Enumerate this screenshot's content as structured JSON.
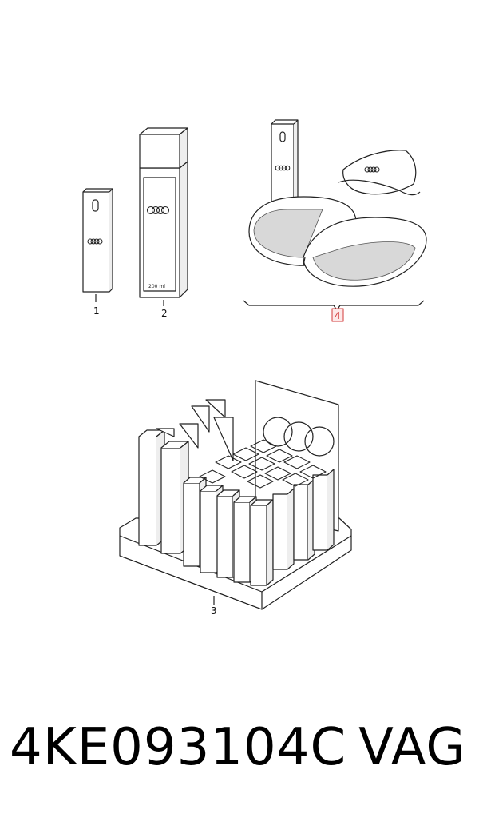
{
  "callouts": {
    "item1": "1",
    "item2": "2",
    "item3": "3",
    "item4": "4"
  },
  "bottle_volume_label": "200 ml",
  "part_number": "4KE093104C",
  "brand": "VAG",
  "highlight_color": "#d23a3a"
}
